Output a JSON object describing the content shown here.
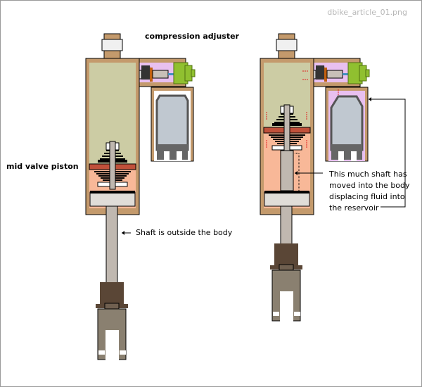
{
  "filename": "dbike_article_01.png",
  "labels": {
    "compression_adjuster": "compression adjuster",
    "mid_valve_piston": "mid valve piston",
    "shaft_outside": "Shaft is outside the body",
    "shaft_moved_1": "This much shaft has",
    "shaft_moved_2": "moved into the body",
    "shaft_moved_3": "displacing fluid into",
    "shaft_moved_4": "the reservoir"
  },
  "colors": {
    "body": "#c49a6c",
    "oil": "#cccca4",
    "compressed_oil": "#f8b898",
    "piston": "#c0503a",
    "reservoir_oil": "#e8c0f0",
    "gas": "#c0c8d0",
    "adjuster_knob": "#90c030",
    "shaft": "#c0b8b0",
    "arrow_red": "#e02020"
  }
}
